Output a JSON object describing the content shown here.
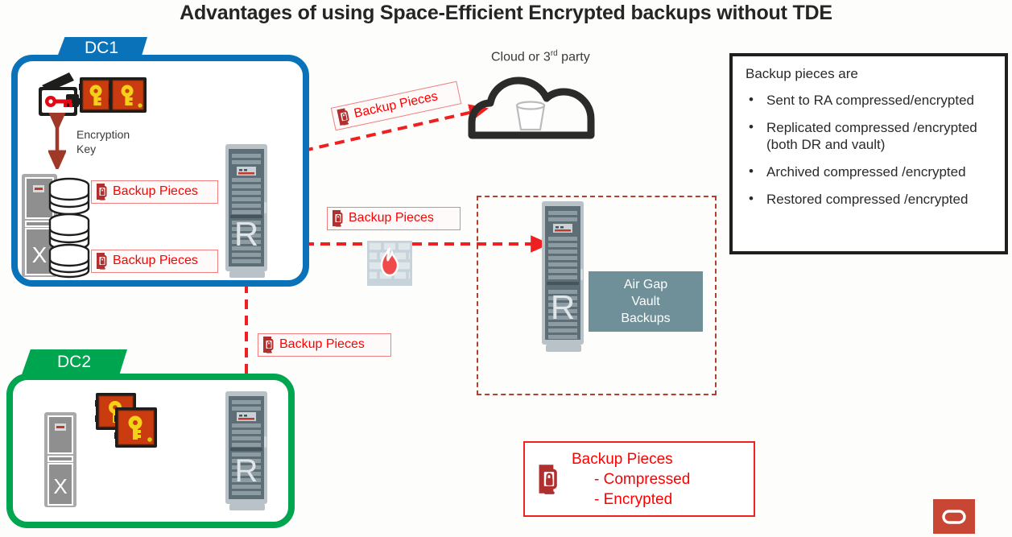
{
  "page": {
    "title": "Advantages of using Space-Efficient Encrypted backups without TDE",
    "background_color": "#fdfdfb"
  },
  "datacenters": [
    {
      "id": "dc1",
      "label": "DC1",
      "color": "#0a72b9"
    },
    {
      "id": "dc2",
      "label": "DC2",
      "color": "#00a550"
    }
  ],
  "dc1": {
    "tab_label": "DC1",
    "wallet_icon": "wallet-with-key-icon",
    "safe_icons": [
      "safe-with-key-icon",
      "safe-with-key-icon"
    ],
    "encryption_key_label": "Encryption\nKey",
    "encryption_key_line1": "Encryption",
    "encryption_key_line2": "Key",
    "database_icon": "database-server-icon",
    "database_letter": "X",
    "recovery_appliance_letter": "R",
    "backup_chip_top": "Backup Pieces",
    "backup_chip_bottom": "Backup Pieces"
  },
  "dc2": {
    "tab_label": "DC2",
    "database_icon": "database-server-icon",
    "database_letter": "X",
    "safe_icons": [
      "safe-with-key-icon",
      "safe-with-key-icon"
    ],
    "recovery_appliance_letter": "R",
    "backup_chip": "Backup Pieces"
  },
  "cloud": {
    "caption_prefix": "Cloud or 3",
    "caption_sup": "rd",
    "caption_suffix": " party",
    "caption_full": "Cloud or 3rd party",
    "icon": "cloud-icon",
    "inner_icon": "object-store-bucket-icon",
    "backup_chip": "Backup Pieces"
  },
  "firewall": {
    "icon": "firewall-flame-icon",
    "backup_chip": "Backup Pieces"
  },
  "airgap": {
    "region_style": "dashed",
    "region_color": "#b1402f",
    "recovery_appliance_letter": "R",
    "box_color": "#6f8f99",
    "box_line1": "Air Gap",
    "box_line2": "Vault",
    "box_line3": "Backups"
  },
  "info_panel": {
    "heading": "Backup pieces are",
    "bullet_char": "•",
    "items": [
      {
        "text": "Sent to RA compressed/encrypted"
      },
      {
        "text": "Replicated compressed /encrypted\n (both DR and vault)",
        "line1": "Replicated compressed /encrypted",
        "line2": " (both DR and vault)"
      },
      {
        "text": "Archived compressed /encrypted"
      },
      {
        "text": "Restored compressed /encrypted"
      }
    ]
  },
  "legend": {
    "icon": "clamp-lock-icon",
    "title": "Backup Pieces",
    "line2": "- Compressed",
    "line3": "- Encrypted",
    "color": "#ff0000",
    "border_color": "#ee2222"
  },
  "flows": [
    {
      "id": "db-to-ra",
      "label": "Backup Pieces",
      "direction": "right"
    },
    {
      "id": "ra-to-db",
      "label": "Backup Pieces",
      "direction": "left"
    },
    {
      "id": "ra-to-cloud",
      "label": "Backup Pieces",
      "direction": "up-right"
    },
    {
      "id": "ra-to-firewall",
      "label": "Backup Pieces",
      "direction": "right"
    },
    {
      "id": "ra-to-dc2",
      "label": "Backup Pieces",
      "direction": "down"
    }
  ],
  "branding": {
    "logo": "oracle-logo",
    "logo_color": "#c74634"
  },
  "colors": {
    "dc1": "#0a72b9",
    "dc2": "#00a550",
    "flow_red": "#ee2020",
    "chip_red": "#ff0000",
    "airgap_dash": "#b1402f",
    "airgap_fill": "#6f8f99",
    "oracle_red": "#c74634",
    "arrow_brown": "#a03828"
  }
}
